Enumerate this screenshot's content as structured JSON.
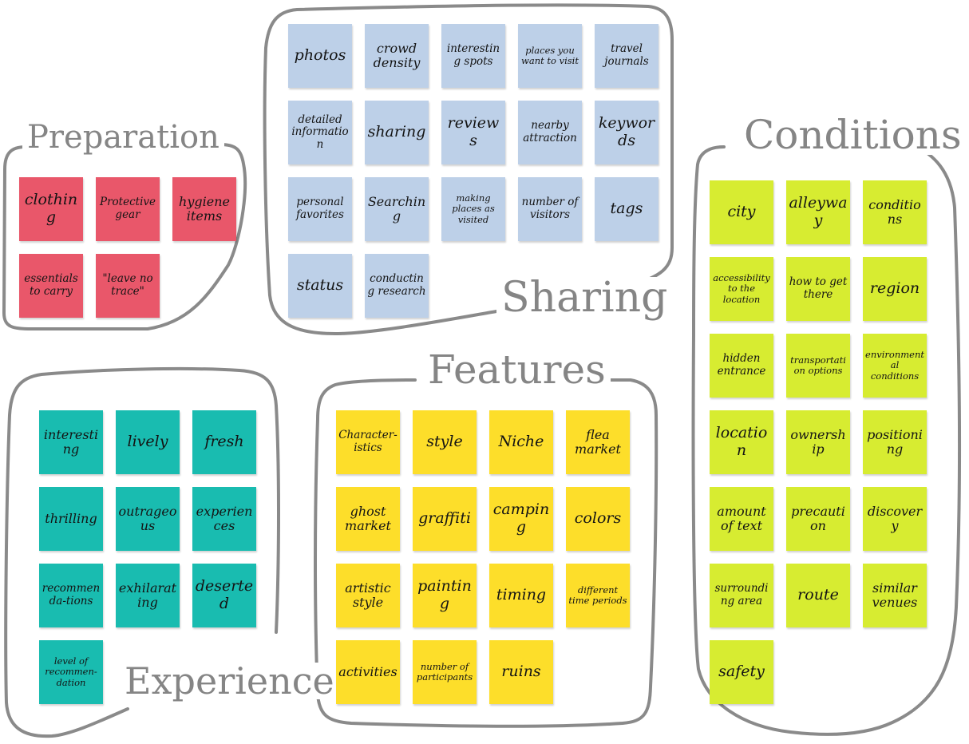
{
  "colors": {
    "outline": "#8a8a8a",
    "title": "#858585",
    "preparation": "#e9576a",
    "sharing": "#bdd0e8",
    "conditions": "#d7ec31",
    "experiences": "#19bcb0",
    "features": "#fdde2a"
  },
  "groups": [
    {
      "id": "preparation",
      "title": "Preparation",
      "color": "#e9576a",
      "notes": [
        {
          "text": "clothing"
        },
        {
          "text": "Protective gear"
        },
        {
          "text": "hygiene items"
        },
        {
          "text": "essentials to carry"
        },
        {
          "text": "\"leave no trace\""
        }
      ]
    },
    {
      "id": "sharing",
      "title": "Sharing",
      "color": "#bdd0e8",
      "notes": [
        {
          "text": "photos"
        },
        {
          "text": "crowd density"
        },
        {
          "text": "interesting spots"
        },
        {
          "text": "places you want to visit"
        },
        {
          "text": "travel journals"
        },
        {
          "text": "detailed information"
        },
        {
          "text": "sharing"
        },
        {
          "text": "reviews"
        },
        {
          "text": "nearby attraction"
        },
        {
          "text": "keywords"
        },
        {
          "text": "personal favorites"
        },
        {
          "text": "Searching"
        },
        {
          "text": "making places as visited"
        },
        {
          "text": "number of visitors"
        },
        {
          "text": "tags"
        },
        {
          "text": "status"
        },
        {
          "text": "conducting research"
        }
      ]
    },
    {
      "id": "conditions",
      "title": "Conditions",
      "color": "#d7ec31",
      "notes": [
        {
          "text": "city"
        },
        {
          "text": "alleyway"
        },
        {
          "text": "conditions"
        },
        {
          "text": "accessibility to the location"
        },
        {
          "text": "how to get there"
        },
        {
          "text": "region"
        },
        {
          "text": "hidden entrance"
        },
        {
          "text": "transportation options"
        },
        {
          "text": "environmental conditions"
        },
        {
          "text": "location"
        },
        {
          "text": "ownership"
        },
        {
          "text": "positioning"
        },
        {
          "text": "amount of text"
        },
        {
          "text": "precaution"
        },
        {
          "text": "discovery"
        },
        {
          "text": "surrounding area"
        },
        {
          "text": "route"
        },
        {
          "text": "similar venues"
        },
        {
          "text": "safety"
        }
      ]
    },
    {
      "id": "experiences",
      "title": "Experiences",
      "color": "#19bcb0",
      "notes": [
        {
          "text": "interesting"
        },
        {
          "text": "lively"
        },
        {
          "text": "fresh"
        },
        {
          "text": "thrilling"
        },
        {
          "text": "outrageous"
        },
        {
          "text": "experiences"
        },
        {
          "text": "recommenda-tions"
        },
        {
          "text": "exhilarating"
        },
        {
          "text": "deserted"
        },
        {
          "text": "level of recommen-dation"
        }
      ]
    },
    {
      "id": "features",
      "title": "Features",
      "color": "#fdde2a",
      "notes": [
        {
          "text": "Character-istics"
        },
        {
          "text": "style"
        },
        {
          "text": "Niche"
        },
        {
          "text": "flea market"
        },
        {
          "text": "ghost market"
        },
        {
          "text": "graffiti"
        },
        {
          "text": "camping"
        },
        {
          "text": "colors"
        },
        {
          "text": "artistic style"
        },
        {
          "text": "painting"
        },
        {
          "text": "timing"
        },
        {
          "text": "different time periods"
        },
        {
          "text": "activities"
        },
        {
          "text": "number of participants"
        },
        {
          "text": "ruins"
        }
      ]
    }
  ]
}
